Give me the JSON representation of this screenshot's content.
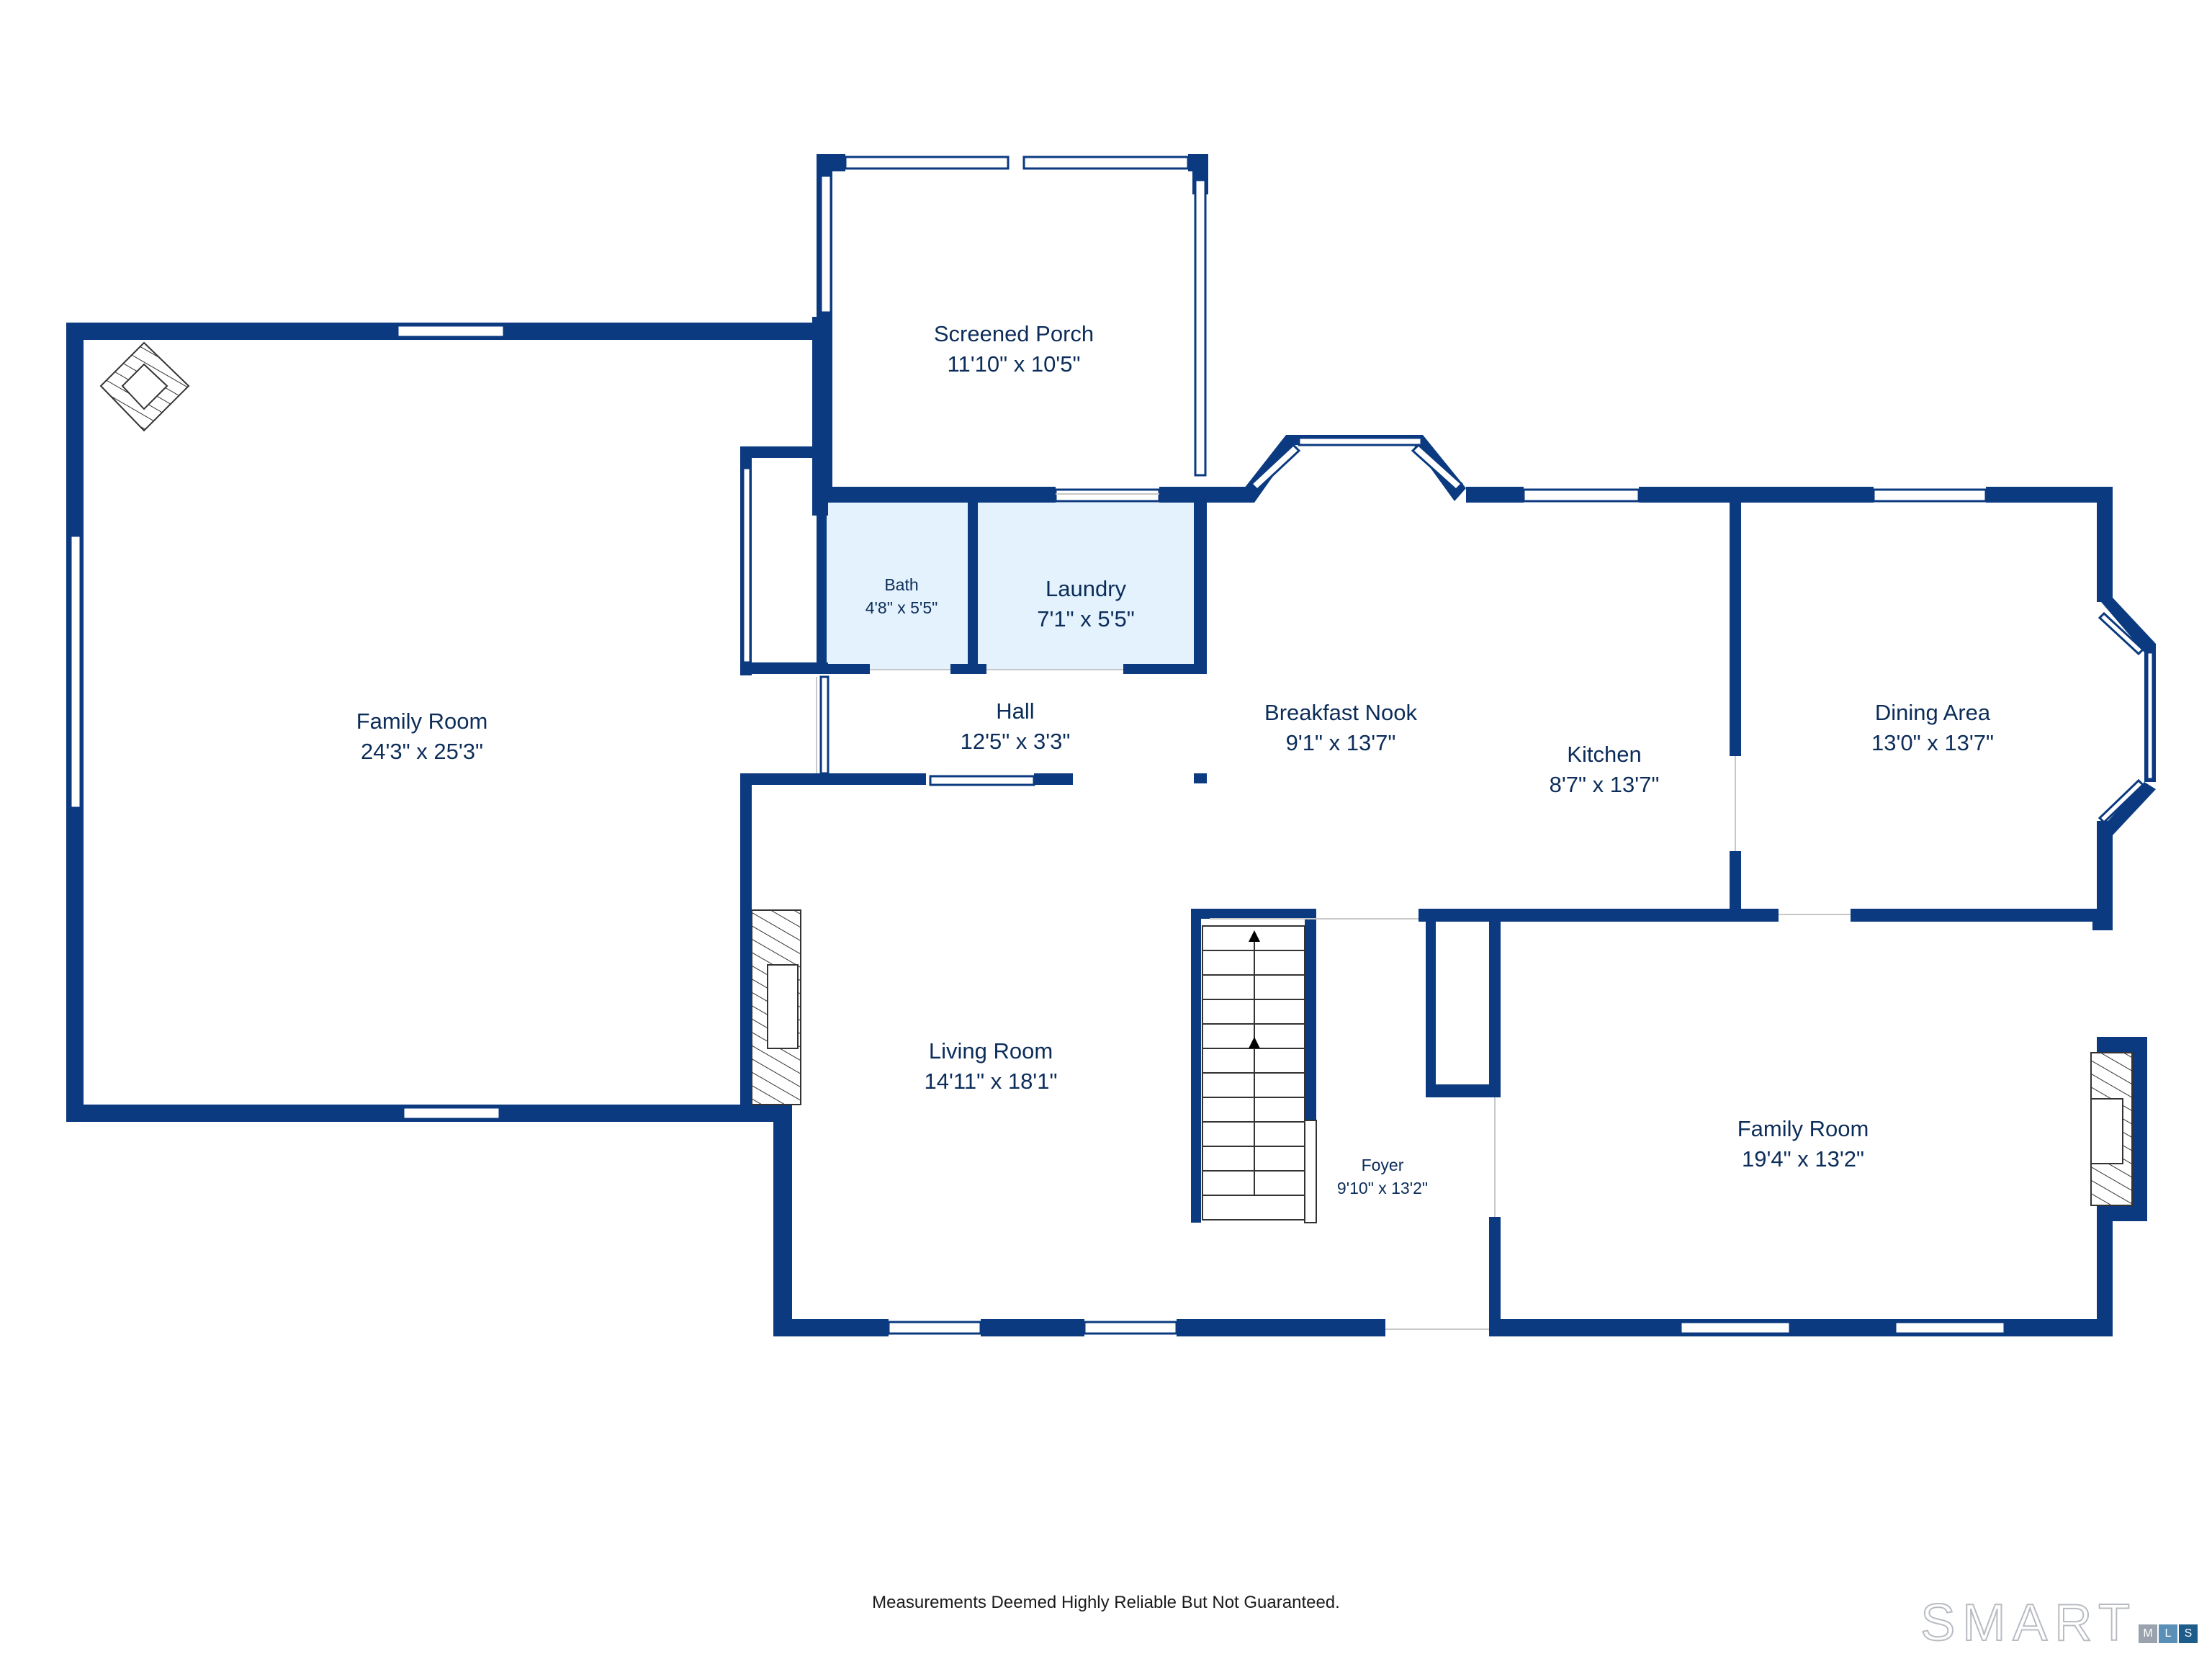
{
  "colors": {
    "wall": "#0b3a80",
    "window": "#ffffff",
    "highlight_room": "#e3f2fc",
    "text": "#0c2d5a"
  },
  "rooms": {
    "family_room_west": {
      "name": "Family Room",
      "dims": "24'3\" x 25'3\""
    },
    "screened_porch": {
      "name": "Screened Porch",
      "dims": "11'10\" x 10'5\""
    },
    "bath": {
      "name": "Bath",
      "dims": "4'8\" x 5'5\""
    },
    "laundry": {
      "name": "Laundry",
      "dims": "7'1\" x 5'5\""
    },
    "hall": {
      "name": "Hall",
      "dims": "12'5\" x 3'3\""
    },
    "breakfast_nook": {
      "name": "Breakfast Nook",
      "dims": "9'1\" x 13'7\""
    },
    "kitchen": {
      "name": "Kitchen",
      "dims": "8'7\" x 13'7\""
    },
    "dining_area": {
      "name": "Dining Area",
      "dims": "13'0\" x 13'7\""
    },
    "living_room": {
      "name": "Living Room",
      "dims": "14'11\" x 18'1\""
    },
    "foyer": {
      "name": "Foyer",
      "dims": "9'10\" x 13'2\""
    },
    "family_room_east": {
      "name": "Family Room",
      "dims": "19'4\" x 13'2\""
    }
  },
  "footer": {
    "disclaimer": "Measurements Deemed Highly Reliable But Not Guaranteed."
  },
  "logo": {
    "text": "SMART",
    "badge_letters": [
      "M",
      "L",
      "S"
    ],
    "badge_colors": [
      "#9aa3ad",
      "#5a8fb8",
      "#1e5c8a"
    ]
  },
  "icons": [
    "fireplace-icon",
    "stairs-icon",
    "up-arrow-icon"
  ]
}
